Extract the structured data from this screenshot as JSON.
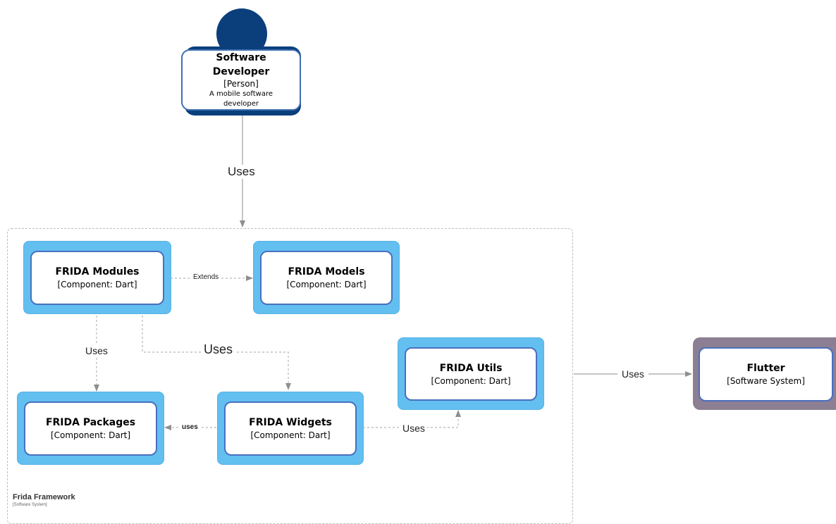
{
  "person": {
    "name_line1": "Software",
    "name_line2": "Developer",
    "tag": "[Person]",
    "desc_line1": "A mobile software",
    "desc_line2": "developer"
  },
  "boundary": {
    "name": "Frida Framework",
    "tech": "[Software System]"
  },
  "components": {
    "modules": {
      "title": "FRIDA Modules",
      "tech": "[Component: Dart]"
    },
    "models": {
      "title": "FRIDA Models",
      "tech": "[Component: Dart]"
    },
    "utils": {
      "title": "FRIDA Utils",
      "tech": "[Component: Dart]"
    },
    "packages": {
      "title": "FRIDA Packages",
      "tech": "[Component: Dart]"
    },
    "widgets": {
      "title": "FRIDA Widgets",
      "tech": "[Component: Dart]"
    }
  },
  "flutter": {
    "title": "Flutter",
    "tech": "[Software System]"
  },
  "edges": {
    "dev_uses": "Uses",
    "modules_extends_models": "Extends",
    "modules_uses_packages": "Uses",
    "modules_uses_widgets": "Uses",
    "widgets_uses_packages": "uses",
    "widgets_uses_utils": "Uses",
    "framework_uses_flutter": "Uses"
  },
  "colors": {
    "person": "#0a3f7c",
    "component_fill": "#62bff0",
    "component_border": "#4a6fbf",
    "external_system": "#8c7f93",
    "edge": "#9a9a9a"
  }
}
